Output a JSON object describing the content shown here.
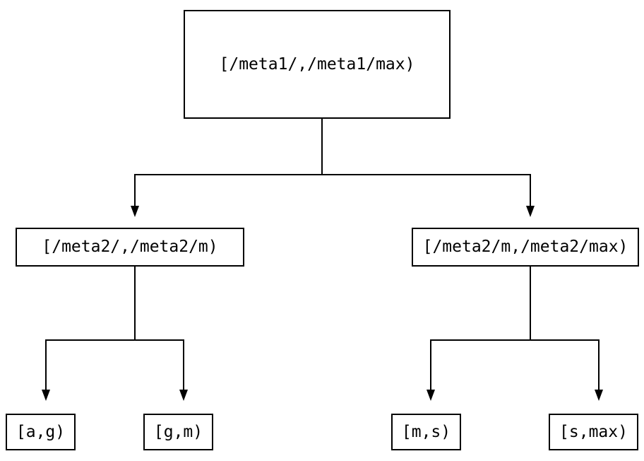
{
  "diagram": {
    "type": "tree",
    "background_color": "#ffffff",
    "stroke_color": "#000000",
    "nodes": {
      "root": {
        "label": "[/meta1/,/meta1/max)"
      },
      "left": {
        "label": "[/meta2/,/meta2/m)"
      },
      "right": {
        "label": "[/meta2/m,/meta2/max)"
      },
      "leaf_ag": {
        "label": "[a,g)"
      },
      "leaf_gm": {
        "label": "[g,m)"
      },
      "leaf_ms": {
        "label": "[m,s)"
      },
      "leaf_smax": {
        "label": "[s,max)"
      }
    },
    "edges": [
      {
        "from": "root",
        "to": "left"
      },
      {
        "from": "root",
        "to": "right"
      },
      {
        "from": "left",
        "to": "leaf_ag"
      },
      {
        "from": "left",
        "to": "leaf_gm"
      },
      {
        "from": "right",
        "to": "leaf_ms"
      },
      {
        "from": "right",
        "to": "leaf_smax"
      }
    ]
  }
}
